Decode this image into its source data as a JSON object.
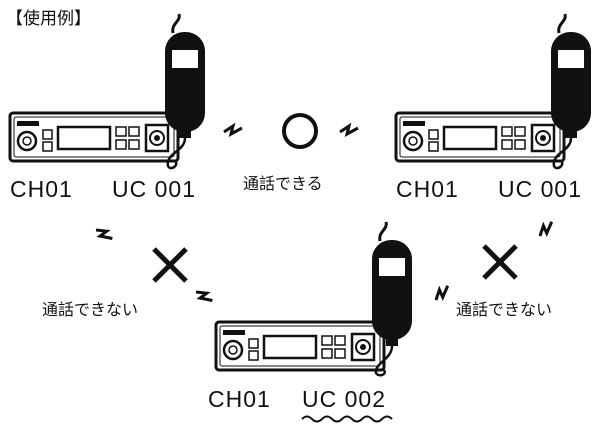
{
  "heading": "【使用例】",
  "radios": [
    {
      "channel": "CH01",
      "code": "UC 001"
    },
    {
      "channel": "CH01",
      "code": "UC 001"
    },
    {
      "channel": "CH01",
      "code": "UC 002"
    }
  ],
  "links": {
    "ok_text": "通話できる",
    "ng_left_text": "通話できない",
    "ng_right_text": "通話できない"
  }
}
